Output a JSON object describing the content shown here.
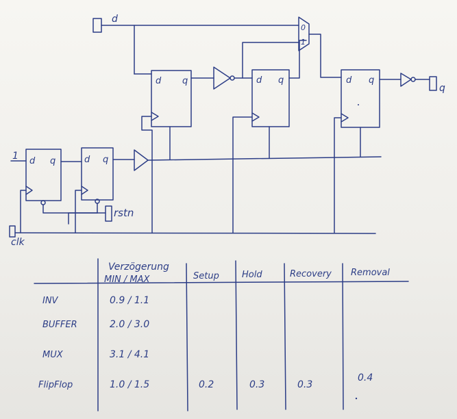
{
  "colors": {
    "ink": "#2c3d86",
    "paper": "#f3f2ee"
  },
  "circuit": {
    "ports": {
      "d": "d",
      "one": "1",
      "q": "q",
      "rstn": "rstn",
      "clk": "clk"
    },
    "ff_pins": {
      "d": "d",
      "q": "q"
    },
    "mux_labels": {
      "zero": "0",
      "one": "1"
    }
  },
  "table": {
    "headers": [
      "",
      "Verzögerung\nMIN / MAX",
      "Setup",
      "Hold",
      "Recovery",
      "Removal"
    ],
    "rows": [
      {
        "name": "INV",
        "delay": "0.9 / 1.1",
        "setup": "",
        "hold": "",
        "recovery": "",
        "removal": ""
      },
      {
        "name": "BUFFER",
        "delay": "2.0 / 3.0",
        "setup": "",
        "hold": "",
        "recovery": "",
        "removal": ""
      },
      {
        "name": "MUX",
        "delay": "3.1 / 4.1",
        "setup": "",
        "hold": "",
        "recovery": "",
        "removal": ""
      },
      {
        "name": "FlipFlop",
        "delay": "1.0 / 1.5",
        "setup": "0.2",
        "hold": "0.3",
        "recovery": "0.3",
        "removal": "0.4"
      }
    ]
  }
}
